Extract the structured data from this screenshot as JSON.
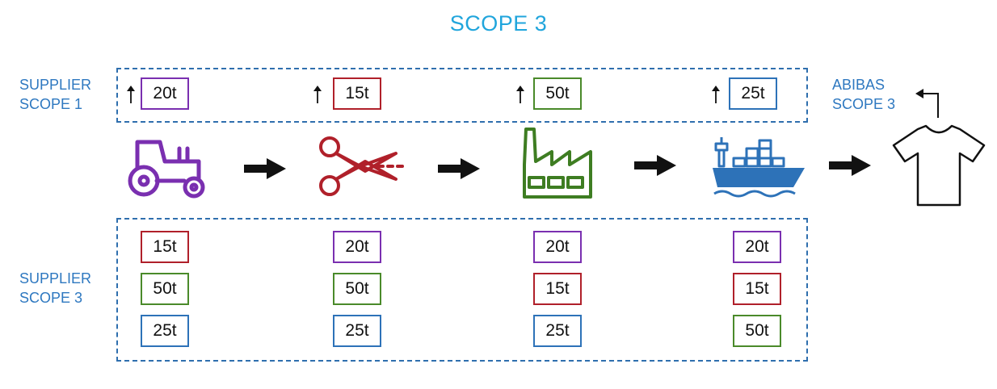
{
  "title": "SCOPE 3",
  "labels": {
    "supplier_scope1": [
      "SUPPLIER",
      "SCOPE 1"
    ],
    "supplier_scope3": [
      "SUPPLIER",
      "SCOPE 3"
    ],
    "abibas_scope3": [
      "ABIBAS",
      "SCOPE 3"
    ]
  },
  "colors": {
    "purple": "#7a2fb0",
    "red": "#b0202a",
    "green": "#4a8a2a",
    "blue": "#2d72b8",
    "title_blue": "#20a5dc",
    "label_blue": "#2e78c0"
  },
  "stages": [
    {
      "icon": "tractor-icon",
      "scope1": {
        "value": "20t",
        "color": "#7a2fb0"
      },
      "scope3": [
        {
          "value": "15t",
          "color": "#b0202a"
        },
        {
          "value": "50t",
          "color": "#4a8a2a"
        },
        {
          "value": "25t",
          "color": "#2d72b8"
        }
      ]
    },
    {
      "icon": "scissors-icon",
      "scope1": {
        "value": "15t",
        "color": "#b0202a"
      },
      "scope3": [
        {
          "value": "20t",
          "color": "#7a2fb0"
        },
        {
          "value": "50t",
          "color": "#4a8a2a"
        },
        {
          "value": "25t",
          "color": "#2d72b8"
        }
      ]
    },
    {
      "icon": "factory-icon",
      "scope1": {
        "value": "50t",
        "color": "#4a8a2a"
      },
      "scope3": [
        {
          "value": "20t",
          "color": "#7a2fb0"
        },
        {
          "value": "15t",
          "color": "#b0202a"
        },
        {
          "value": "25t",
          "color": "#2d72b8"
        }
      ]
    },
    {
      "icon": "cargo-ship-icon",
      "scope1": {
        "value": "25t",
        "color": "#2d72b8"
      },
      "scope3": [
        {
          "value": "20t",
          "color": "#7a2fb0"
        },
        {
          "value": "15t",
          "color": "#b0202a"
        },
        {
          "value": "50t",
          "color": "#4a8a2a"
        }
      ]
    }
  ],
  "final_product_icon": "tshirt-icon"
}
